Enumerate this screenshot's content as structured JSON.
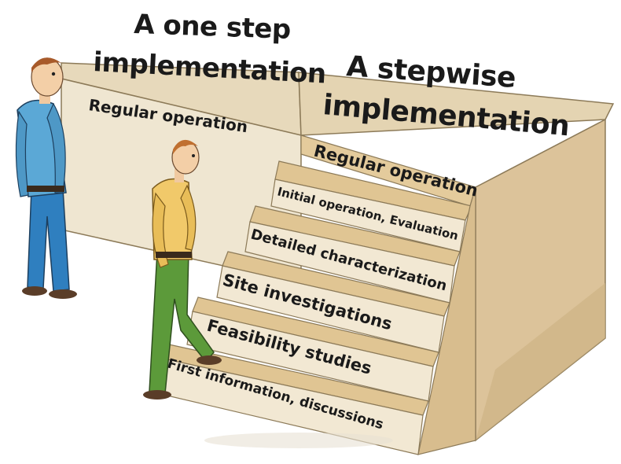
{
  "headings": {
    "one_step_line1": "A one step",
    "one_step_line2": "implementation",
    "stepwise_line1": "A stepwise",
    "stepwise_line2": "implementation"
  },
  "one_step_wall_label": "Regular operation",
  "steps": [
    "Regular operation",
    "Initial operation, Evaluation",
    "Detailed characterization",
    "Site investigations",
    "Feasibility studies",
    "First information, discussions"
  ],
  "figures": [
    "man-standing",
    "man-climbing"
  ],
  "colors": {
    "block_top": "#e9dcc0",
    "block_front": "#eadfc6",
    "block_side": "#dcc49a",
    "step_tread": "#e2c99a",
    "step_riser": "#f1e7d2",
    "shirt_standing": "#5ba8d6",
    "shirt_climbing": "#f1c96a",
    "trousers_standing": "#2f7fbf",
    "trousers_climbing": "#5c9a3a"
  }
}
